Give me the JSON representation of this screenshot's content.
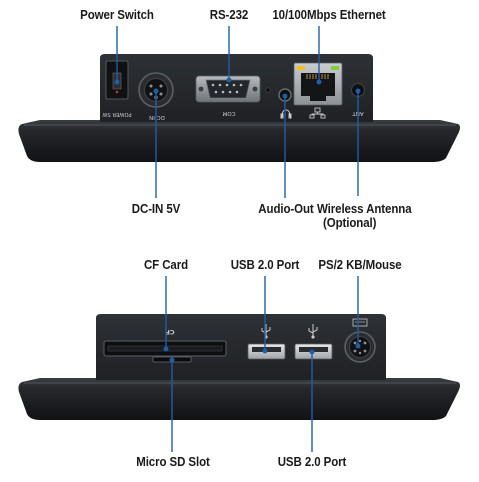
{
  "top_panel": {
    "callouts": {
      "power_switch": "Power Switch",
      "rs232": "RS-232",
      "ethernet": "10/100Mbps Ethernet",
      "dc_in": "DC-IN 5V",
      "audio_out": "Audio-Out",
      "wireless_antenna_line1": "Wireless Antenna",
      "wireless_antenna_line2": "(Optional)"
    },
    "printed_marks": {
      "power_sw": "POWER SW",
      "dc_in": "DC-IN",
      "com": "COM",
      "ant": "ANT"
    }
  },
  "bottom_panel": {
    "callouts": {
      "cf_card": "CF Card",
      "usb_top": "USB 2.0 Port",
      "ps2": "PS/2 KB/Mouse",
      "micro_sd": "Micro SD Slot",
      "usb_bottom": "USB 2.0 Port"
    },
    "printed_marks": {
      "cf": "CF"
    }
  },
  "colors": {
    "leader_line": "#1f5fa8",
    "device_body": "#2a2d31",
    "device_base": "#1e2023",
    "background": "#ffffff"
  },
  "icons": [
    "usb-icon",
    "network-icon",
    "headphone-icon",
    "keyboard-icon"
  ]
}
